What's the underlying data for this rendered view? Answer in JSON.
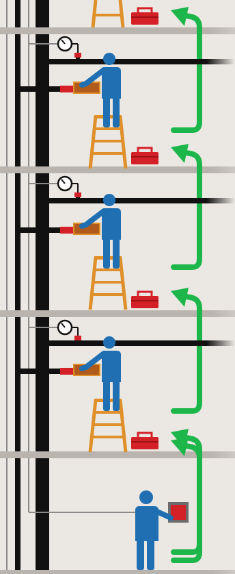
{
  "diagram": {
    "description_text": "",
    "colors": {
      "background": "#ebe8e3",
      "floor_slab": "#b9b4ad",
      "floor_slab_edge": "#a39e97",
      "pipe": "#111111",
      "thin_pipe": "#8a8a8a",
      "worker": "#1f6fb2",
      "ladder": "#e0902a",
      "toolbox": "#d42027",
      "valve": "#d42027",
      "gauge_face": "#ffffff",
      "arrow": "#1db64a",
      "control_panel": "#d42027",
      "control_frame": "#6b6b6b"
    },
    "icons": [
      "floor-slab",
      "vertical-riser-pipe",
      "horizontal-branch-pipe",
      "pressure-gauge-icon",
      "valve-icon",
      "wrench-icon",
      "worker-icon",
      "stepladder-icon",
      "toolbox-icon",
      "control-panel-icon",
      "up-arrow-icon"
    ],
    "levels": [
      {
        "id": "level-1",
        "has_gauge": true,
        "has_worker_on_ladder": true
      },
      {
        "id": "level-2",
        "has_gauge": true,
        "has_worker_on_ladder": true
      },
      {
        "id": "level-3",
        "has_gauge": true,
        "has_worker_on_ladder": true
      },
      {
        "id": "ground",
        "has_gauge": false,
        "has_worker_on_ladder": false
      }
    ]
  }
}
